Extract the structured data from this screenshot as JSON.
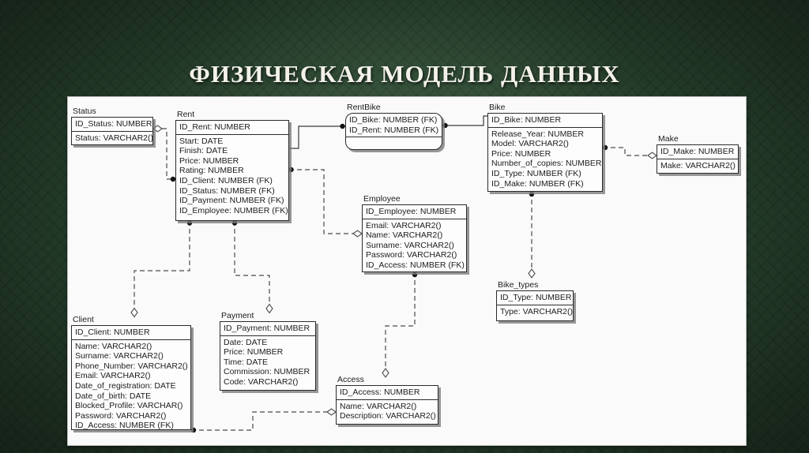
{
  "slide": {
    "title": "ФИЗИЧЕСКАЯ МОДЕЛЬ ДАННЫХ"
  },
  "colors": {
    "background_green": "#2a4530",
    "canvas_white": "#fafafa",
    "line_gray": "#4a4a4a",
    "entity_border": "#2b2b2b",
    "entity_fill": "#fdfdfd",
    "title_text": "#f2f1ea"
  },
  "entities": [
    {
      "name": "Status",
      "shape": "square",
      "pk": [
        "ID_Status: NUMBER"
      ],
      "attrs": [
        "Status: VARCHAR2()"
      ]
    },
    {
      "name": "Rent",
      "shape": "square",
      "pk": [
        "ID_Rent: NUMBER"
      ],
      "attrs": [
        "Start: DATE",
        "Finish: DATE",
        "Price: NUMBER",
        "Rating: NUMBER",
        "ID_Client: NUMBER (FK)",
        "ID_Status: NUMBER (FK)",
        "ID_Payment: NUMBER (FK)",
        "ID_Employee: NUMBER (FK)"
      ]
    },
    {
      "name": "RentBike",
      "shape": "rounded",
      "pk": [
        "ID_Bike: NUMBER (FK)",
        "ID_Rent: NUMBER (FK)"
      ],
      "attrs": []
    },
    {
      "name": "Bike",
      "shape": "square",
      "pk": [
        "ID_Bike: NUMBER"
      ],
      "attrs": [
        "Release_Year: NUMBER",
        "Model: VARCHAR2()",
        "Price: NUMBER",
        "Number_of_copies: NUMBER",
        "ID_Type: NUMBER (FK)",
        "ID_Make: NUMBER (FK)"
      ]
    },
    {
      "name": "Make",
      "shape": "square",
      "pk": [
        "ID_Make: NUMBER"
      ],
      "attrs": [
        "Make: VARCHAR2()"
      ]
    },
    {
      "name": "Employee",
      "shape": "square",
      "pk": [
        "ID_Employee: NUMBER"
      ],
      "attrs": [
        "Email: VARCHAR2()",
        "Name: VARCHAR2()",
        "Surname: VARCHAR2()",
        "Password: VARCHAR2()",
        "ID_Access: NUMBER (FK)"
      ]
    },
    {
      "name": "Bike_types",
      "shape": "square",
      "pk": [
        "ID_Type: NUMBER"
      ],
      "attrs": [
        "Type: VARCHAR2()"
      ]
    },
    {
      "name": "Client",
      "shape": "square",
      "pk": [
        "ID_Client: NUMBER"
      ],
      "attrs": [
        "Name: VARCHAR2()",
        "Surname: VARCHAR2()",
        "Phone_Number: VARCHAR2()",
        "Email: VARCHAR2()",
        "Date_of_registration: DATE",
        "Date_of_birth: DATE",
        "Blocked_Profile: VARCHAR()",
        "Password: VARCHAR2()",
        "ID_Access: NUMBER (FK)"
      ]
    },
    {
      "name": "Payment",
      "shape": "square",
      "pk": [
        "ID_Payment: NUMBER"
      ],
      "attrs": [
        "Date: DATE",
        "Price: NUMBER",
        "Time: DATE",
        "Commission: NUMBER",
        "Code: VARCHAR2()"
      ]
    },
    {
      "name": "Access",
      "shape": "square",
      "pk": [
        "ID_Access: NUMBER"
      ],
      "attrs": [
        "Name: VARCHAR2()",
        "Description: VARCHAR2()"
      ]
    }
  ],
  "relationships": [
    {
      "parent": "Status",
      "child": "Rent",
      "line": "dashed",
      "parent_marker": "open-diamond",
      "child_marker": "filled-dot"
    },
    {
      "parent": "Rent",
      "child": "RentBike",
      "line": "solid",
      "parent_marker": "none",
      "child_marker": "filled-dot"
    },
    {
      "parent": "Bike",
      "child": "RentBike",
      "line": "solid",
      "parent_marker": "none",
      "child_marker": "filled-dot"
    },
    {
      "parent": "Employee",
      "child": "Rent",
      "line": "dashed",
      "parent_marker": "open-diamond",
      "child_marker": "filled-dot"
    },
    {
      "parent": "Client",
      "child": "Rent",
      "line": "dashed",
      "parent_marker": "open-diamond",
      "child_marker": "filled-dot"
    },
    {
      "parent": "Payment",
      "child": "Rent",
      "line": "dashed",
      "parent_marker": "open-diamond",
      "child_marker": "filled-dot"
    },
    {
      "parent": "Make",
      "child": "Bike",
      "line": "dashed",
      "parent_marker": "open-diamond",
      "child_marker": "filled-dot"
    },
    {
      "parent": "Bike_types",
      "child": "Bike",
      "line": "dashed",
      "parent_marker": "open-diamond",
      "child_marker": "filled-dot"
    },
    {
      "parent": "Access",
      "child": "Employee",
      "line": "dashed",
      "parent_marker": "open-diamond",
      "child_marker": "filled-dot"
    },
    {
      "parent": "Access",
      "child": "Client",
      "line": "dashed",
      "parent_marker": "open-diamond",
      "child_marker": "filled-dot"
    }
  ]
}
